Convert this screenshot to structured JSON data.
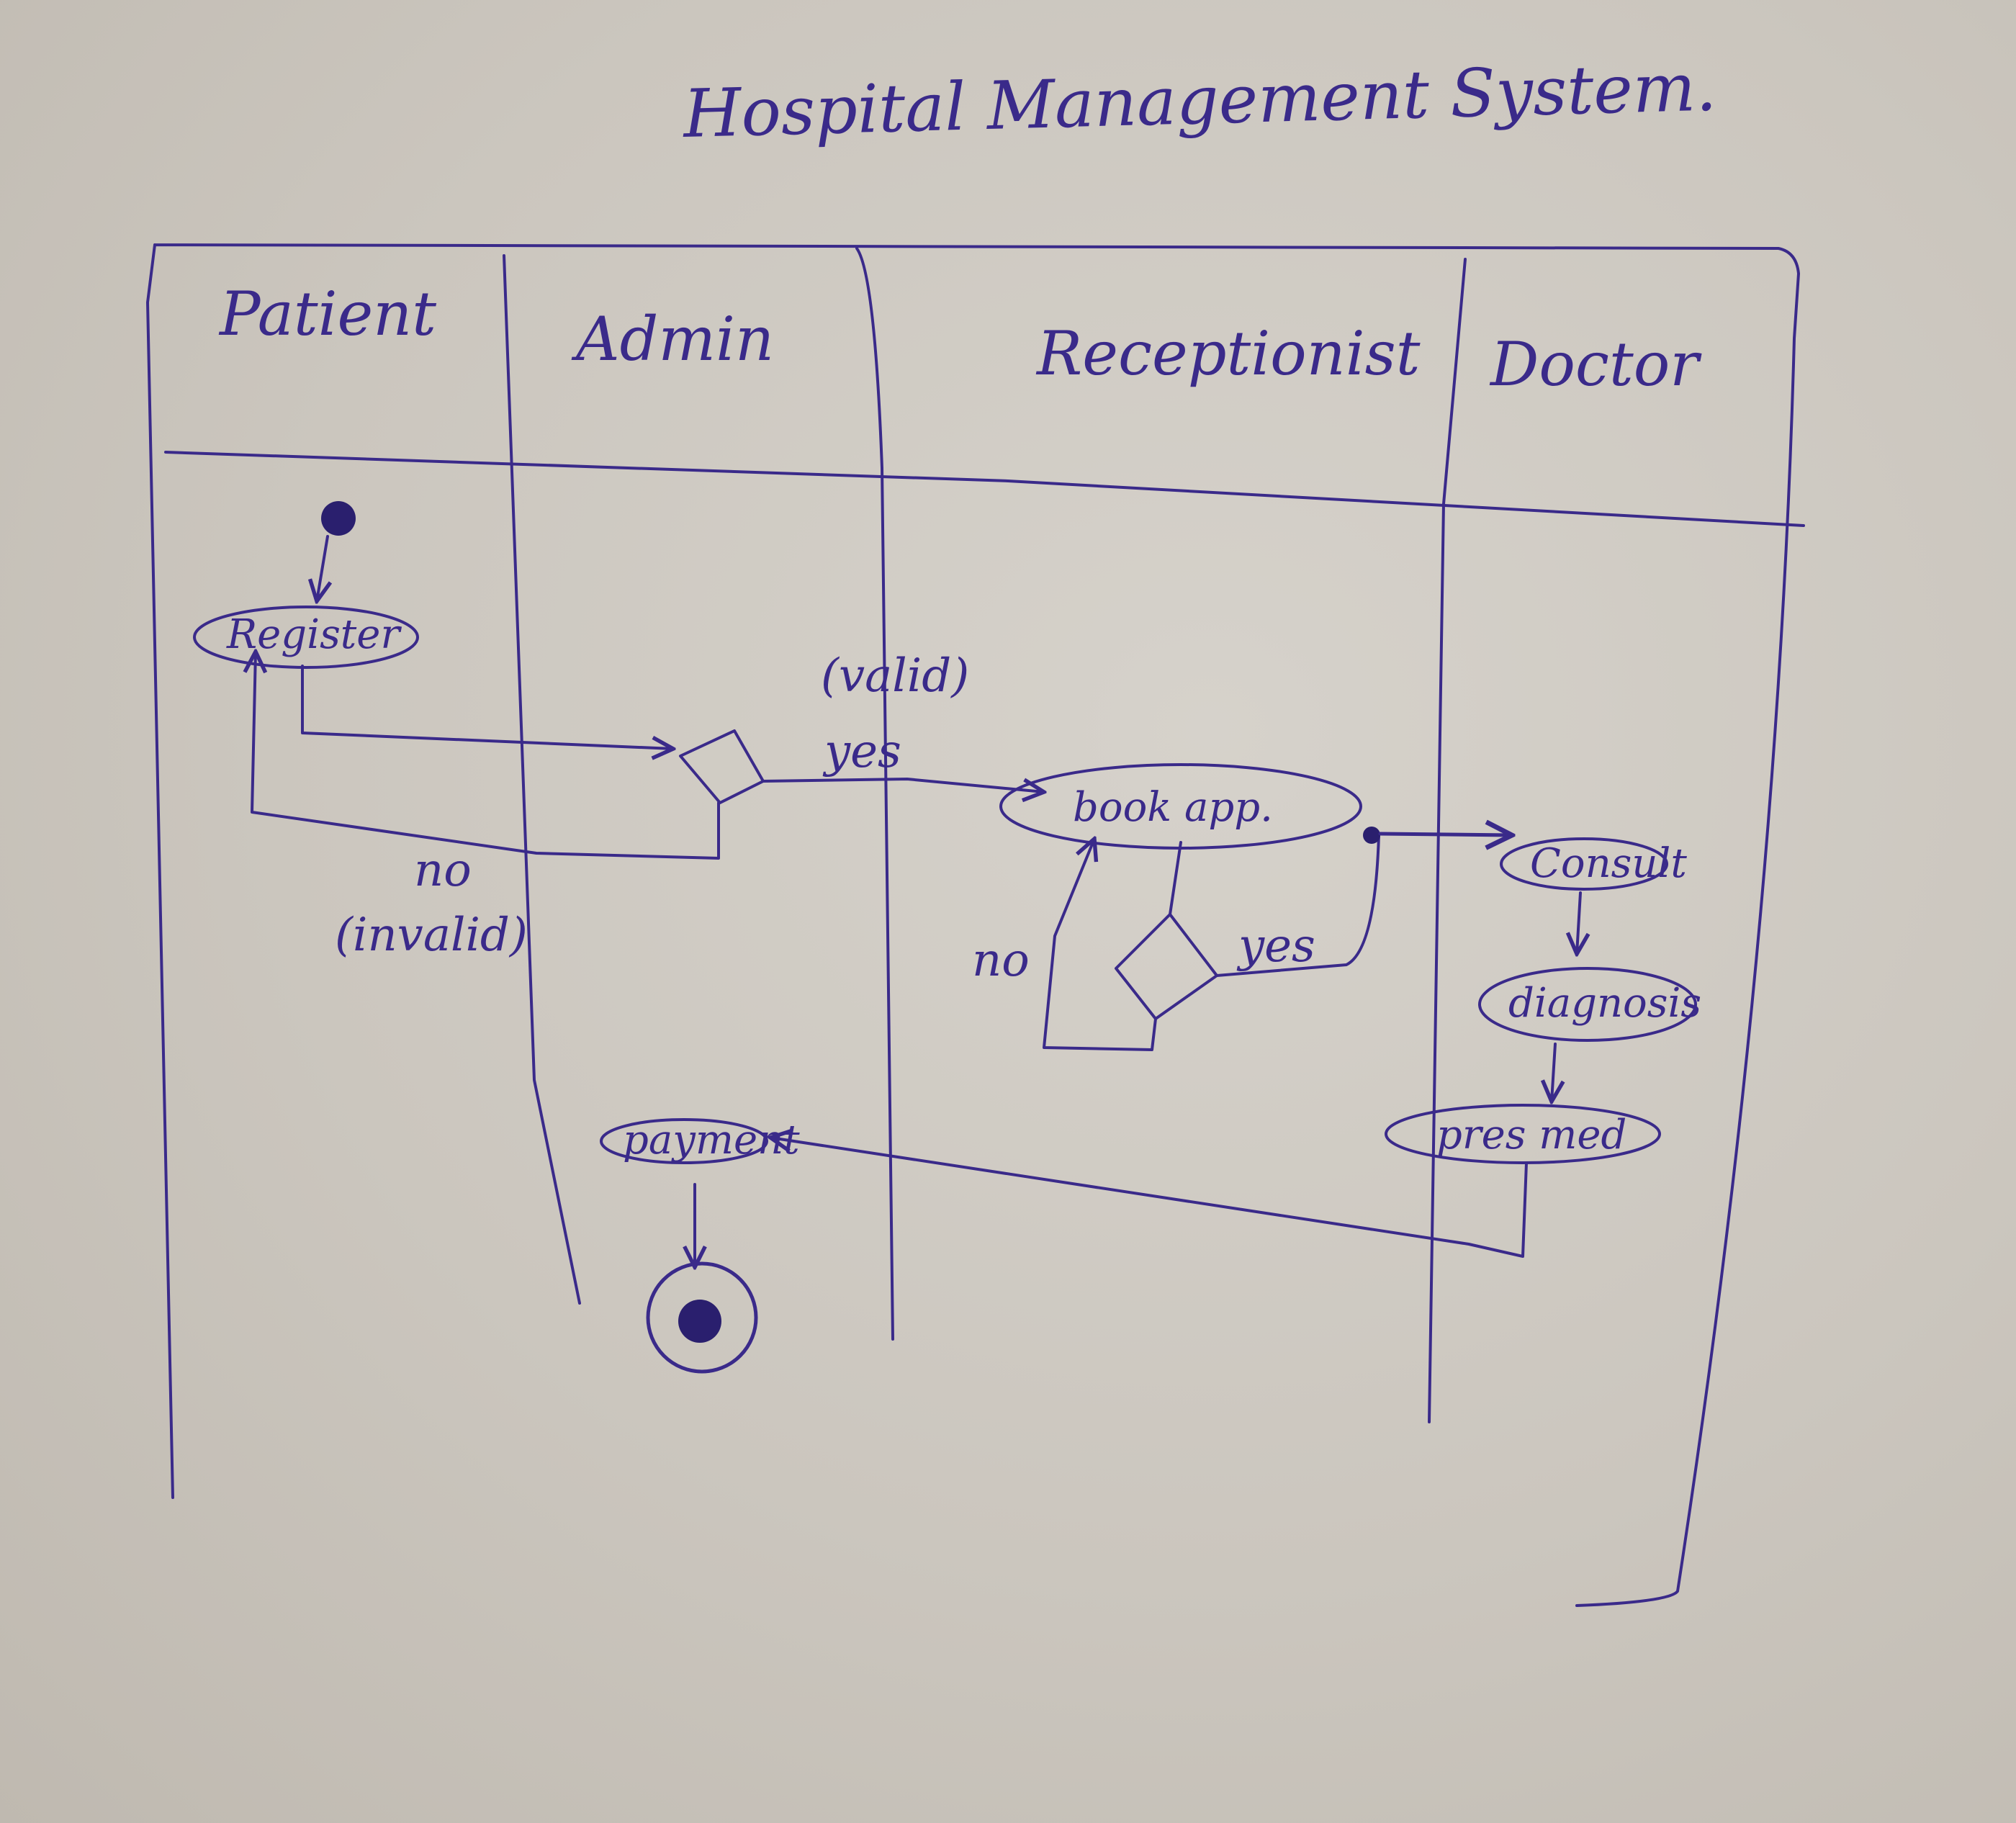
{
  "title": "Hospital Management System.",
  "swimlanes": [
    "Patient",
    "Admin",
    "Receptionist",
    "Doctor"
  ],
  "activities": {
    "register": "Register",
    "book_app": "book app.",
    "consult": "Consult",
    "diagnosis": "diagnosis",
    "pres_med": "pres med",
    "payment": "payment"
  },
  "guards": {
    "valid": "(valid)",
    "yes_valid": "yes",
    "no": "no",
    "invalid": "(invalid)",
    "no_book": "no",
    "yes_book": "yes"
  },
  "colors": {
    "ink": "#3a2a8a",
    "paper": "#d6d2cb"
  }
}
